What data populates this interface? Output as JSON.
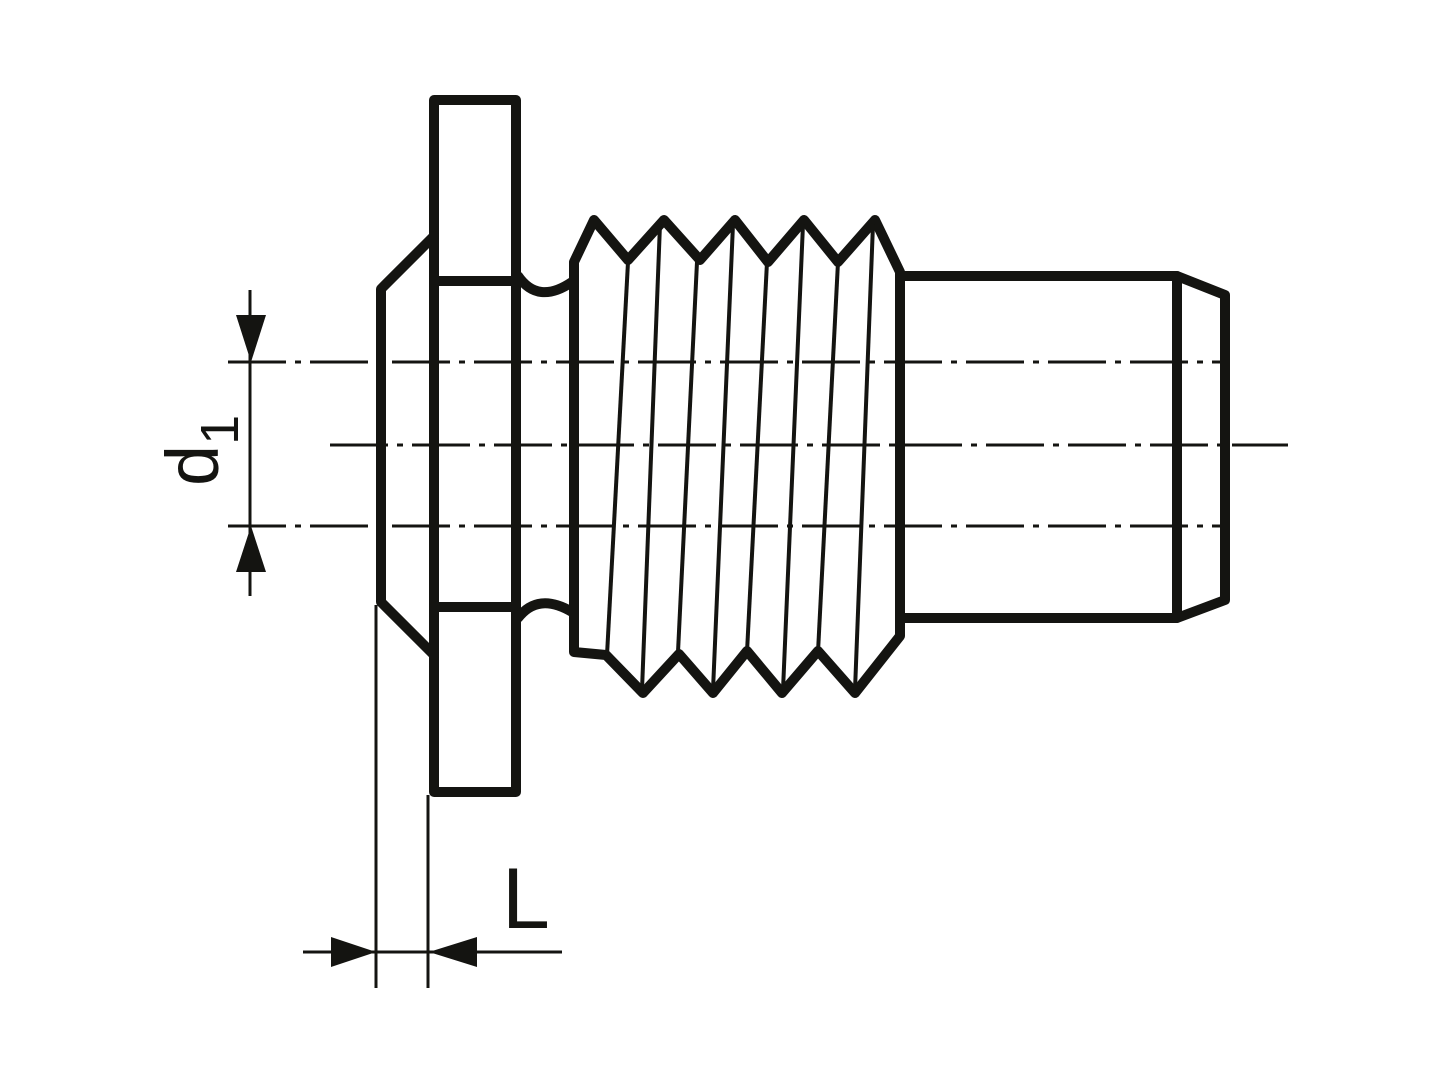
{
  "drawing": {
    "dimension_labels": {
      "diameter": "d",
      "diameter_subscript": "1",
      "length": "L"
    },
    "line_color": "#141411"
  }
}
